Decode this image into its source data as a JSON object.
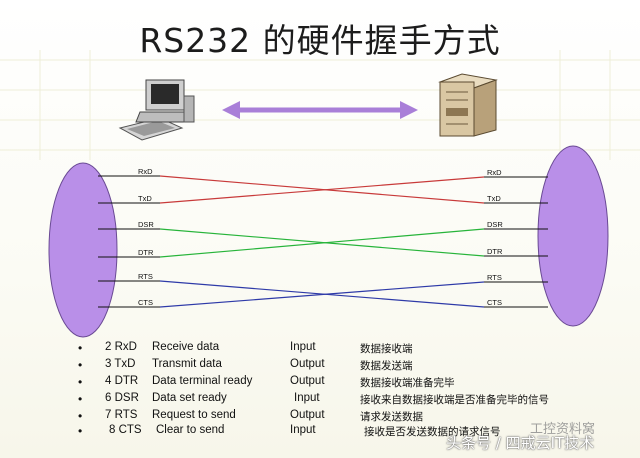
{
  "title": "RS232 的硬件握手方式",
  "left_pins": [
    "RxD",
    "TxD",
    "DSR",
    "DTR",
    "RTS",
    "CTS"
  ],
  "right_pins": [
    "RxD",
    "TxD",
    "DSR",
    "DTR",
    "RTS",
    "CTS"
  ],
  "connections": [
    {
      "from": "RxD",
      "to": "TxD",
      "color": "#c83a3a"
    },
    {
      "from": "TxD",
      "to": "RxD",
      "color": "#c83a3a"
    },
    {
      "from": "DSR",
      "to": "DTR",
      "color": "#27b43a"
    },
    {
      "from": "DTR",
      "to": "DSR",
      "color": "#27b43a"
    },
    {
      "from": "RTS",
      "to": "CTS",
      "color": "#2e3aa8"
    },
    {
      "from": "CTS",
      "to": "RTS",
      "color": "#2e3aa8"
    }
  ],
  "colors": {
    "connector": "#b98fe8",
    "arrow": "#a97fd8"
  },
  "icons": {
    "left": "computer-terminal-icon",
    "right": "server-tower-icon"
  },
  "signals": [
    {
      "bullet": "•",
      "pin": "2 RxD",
      "name": "Receive data",
      "dir": "Input",
      "desc": "数据接收端"
    },
    {
      "bullet": "•",
      "pin": "3 TxD",
      "name": "Transmit data",
      "dir": "Output",
      "desc": "数据发送端"
    },
    {
      "bullet": "•",
      "pin": "4 DTR",
      "name": "Data terminal ready",
      "dir": "Output",
      "desc": "数据接收端准备完毕"
    },
    {
      "bullet": "•",
      "pin": "6 DSR",
      "name": "Data set ready",
      "dir": "Input",
      "desc": "接收来自数据接收端是否准备完毕的信号"
    },
    {
      "bullet": "•",
      "pin": "7 RTS",
      "name": "Request to send",
      "dir": "Output",
      "desc": "请求发送数据"
    },
    {
      "bullet": "•",
      "pin": "8 CTS",
      "name": "Clear to send",
      "dir": "Input",
      "desc": "接收是否发送数据的请求信号"
    }
  ],
  "watermark": {
    "line1": "工控资料窝",
    "line2": "头条号 / 四戒云IT技术"
  }
}
